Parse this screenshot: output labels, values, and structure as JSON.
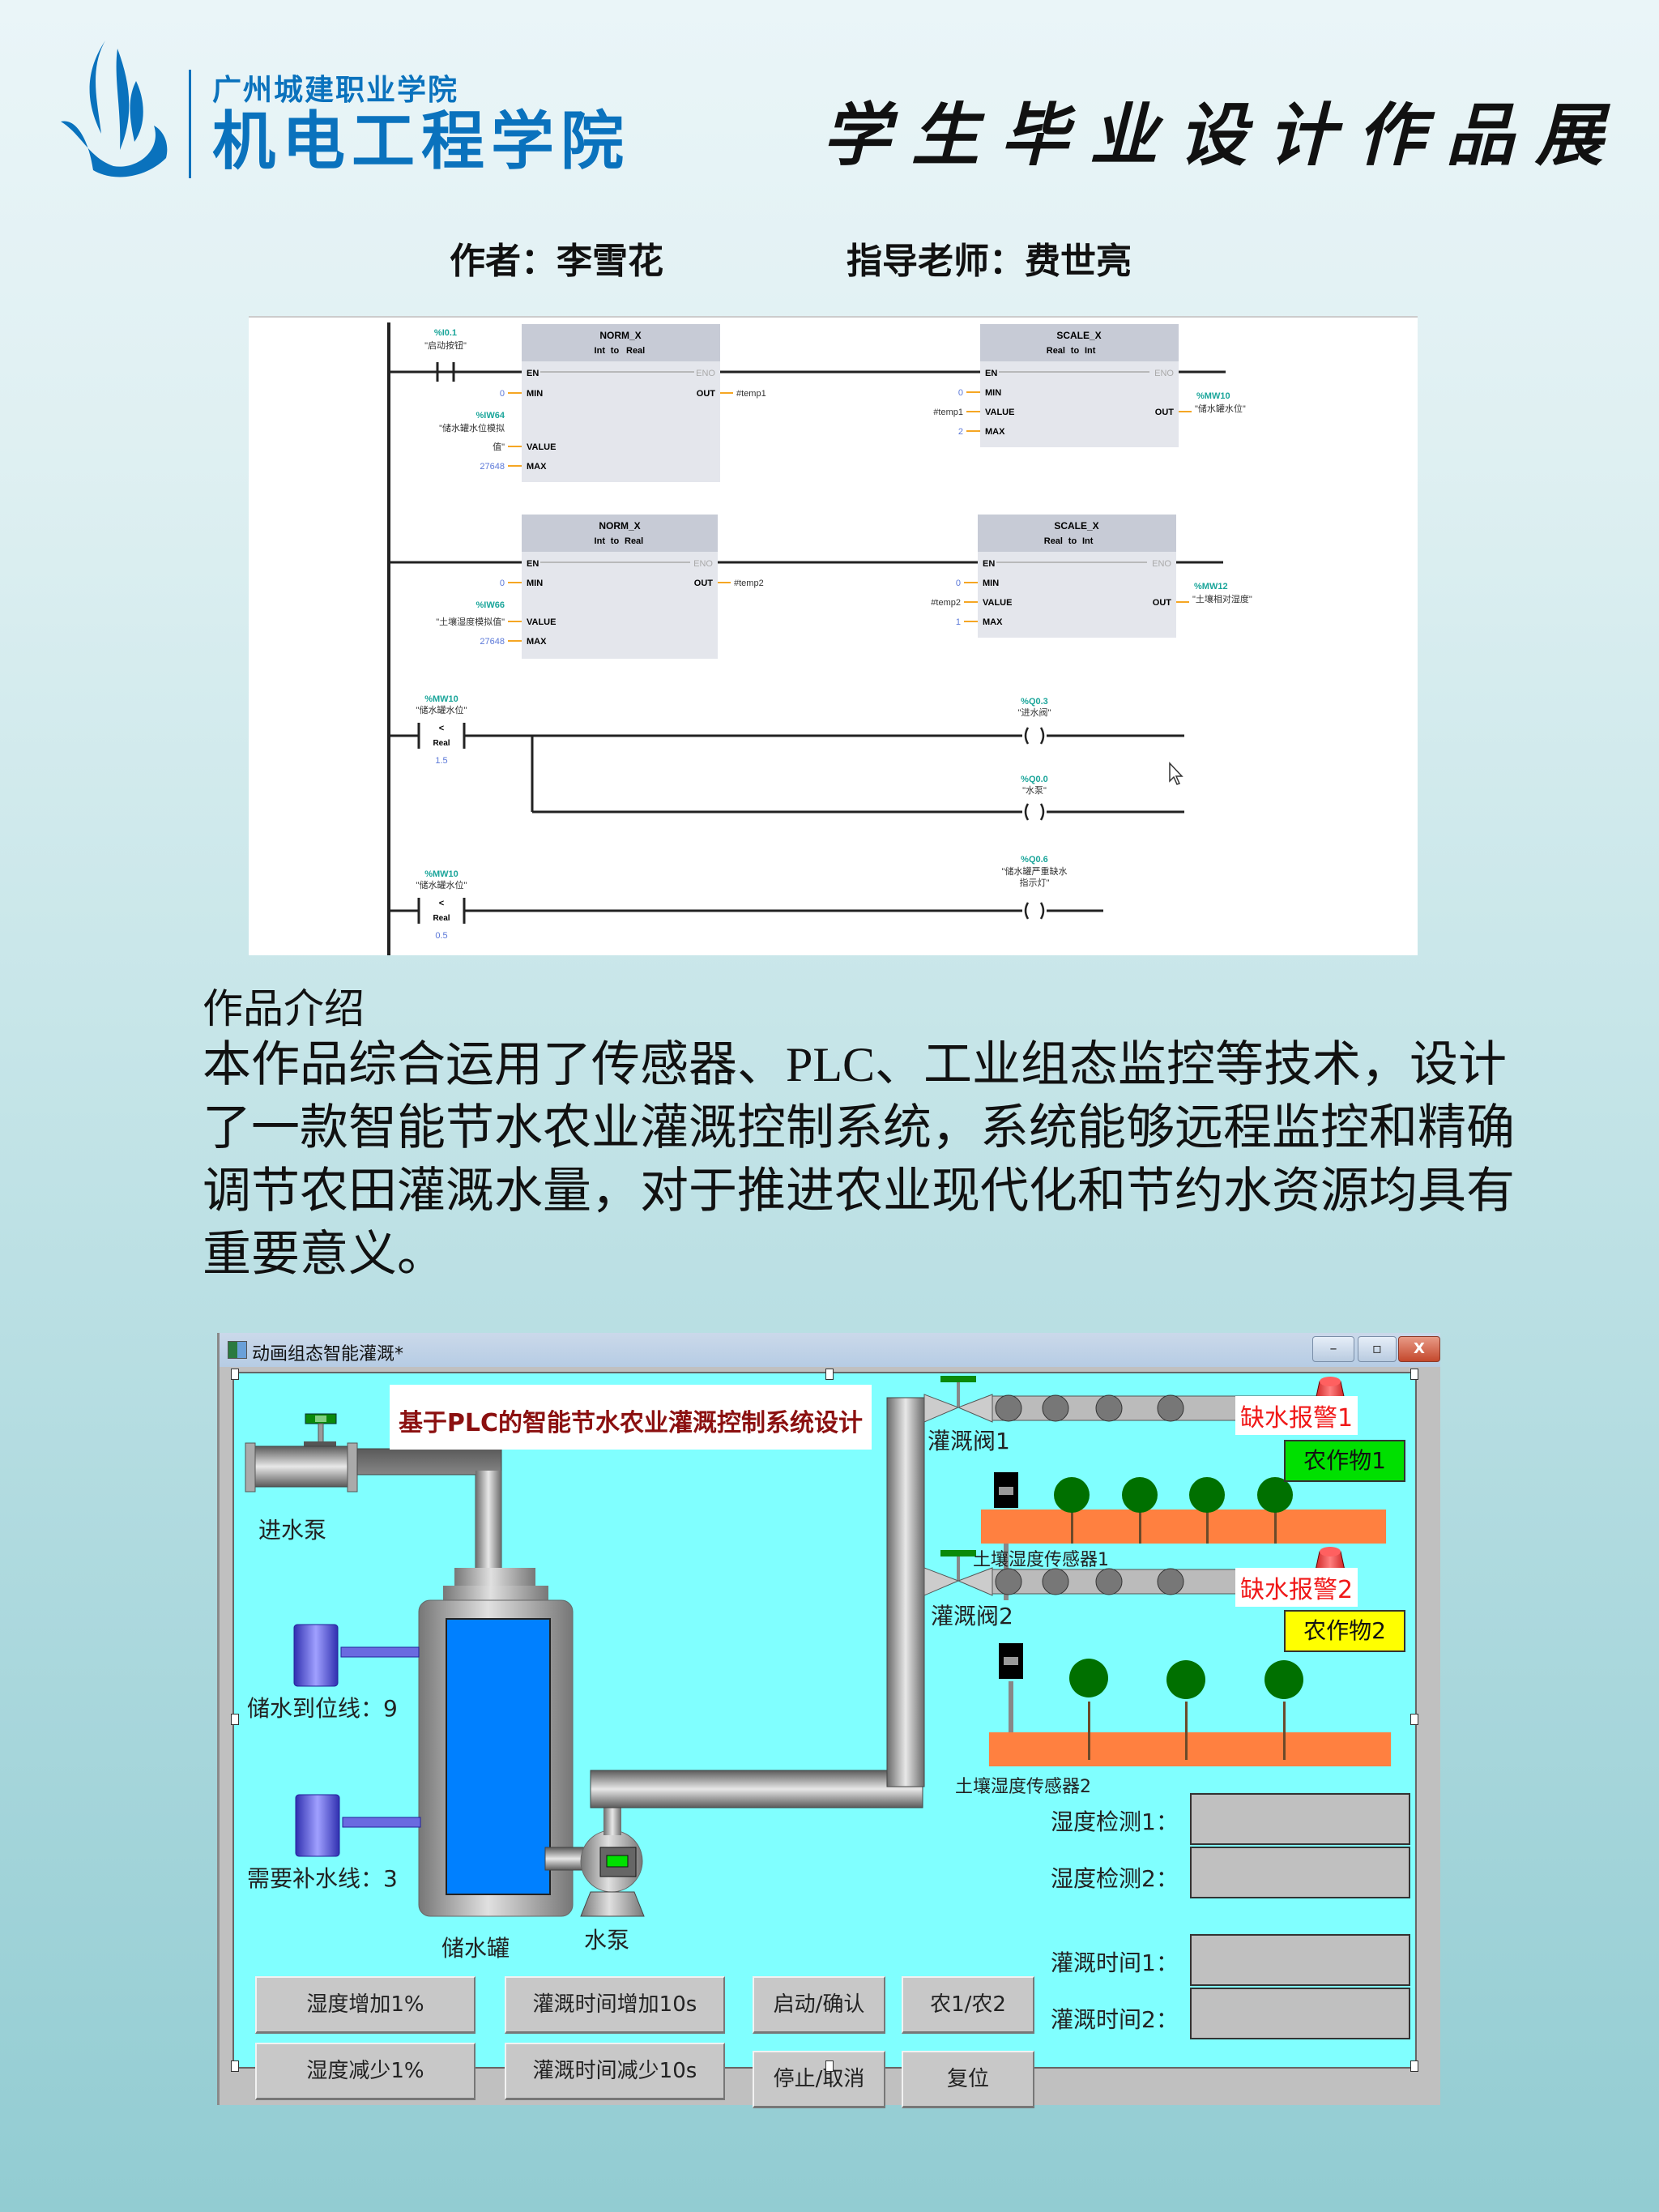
{
  "header": {
    "school_name": "广州城建职业学院",
    "college_name": "机电工程学院",
    "exhibit_title": "学生毕业设计作品展",
    "author": "作者：李雪花",
    "advisor": "指导老师：费世亮",
    "brand_color": "#0a72bd"
  },
  "ladder": {
    "network1": {
      "contact_address": "%I0.1",
      "contact_name": "\"启动按钮\"",
      "norm": {
        "name": "NORM_X",
        "conv_from": "Int",
        "conv_to": "to",
        "conv_target": "Real",
        "en": "EN",
        "eno": "ENO",
        "min_pin": "MIN",
        "value_pin": "VALUE",
        "max_pin": "MAX",
        "out_pin": "OUT",
        "min": "0",
        "value_addr": "%IW64",
        "value_name_1": "\"储水罐水位模拟",
        "value_name_2": "值\"",
        "max": "27648",
        "out": "#temp1"
      },
      "scale": {
        "name": "SCALE_X",
        "conv_from": "Real",
        "conv_to": "to",
        "conv_target": "Int",
        "en": "EN",
        "eno": "ENO",
        "min_pin": "MIN",
        "value_pin": "VALUE",
        "max_pin": "MAX",
        "out_pin": "OUT",
        "min": "0",
        "value": "#temp1",
        "max": "2",
        "out_addr": "%MW10",
        "out_name": "\"储水罐水位\""
      }
    },
    "network2": {
      "norm": {
        "name": "NORM_X",
        "conv_from": "Int",
        "conv_to": "to",
        "conv_target": "Real",
        "en": "EN",
        "eno": "ENO",
        "min_pin": "MIN",
        "value_pin": "VALUE",
        "max_pin": "MAX",
        "out_pin": "OUT",
        "min": "0",
        "value_addr": "%IW66",
        "value_name": "\"土壤湿度模拟值\"",
        "max": "27648",
        "out": "#temp2"
      },
      "scale": {
        "name": "SCALE_X",
        "conv_from": "Real",
        "conv_to": "to",
        "conv_target": "Int",
        "en": "EN",
        "eno": "ENO",
        "min_pin": "MIN",
        "value_pin": "VALUE",
        "max_pin": "MAX",
        "out_pin": "OUT",
        "min": "0",
        "value": "#temp2",
        "max": "1",
        "out_addr": "%MW12",
        "out_name": "\"土壤相对湿度\""
      }
    },
    "network3": {
      "compare_addr": "%MW10",
      "compare_name": "\"储水罐水位\"",
      "compare_op": "<",
      "compare_type": "Real",
      "compare_value": "1.5",
      "coil1_addr": "%Q0.3",
      "coil1_name": "\"进水阀\"",
      "coil2_addr": "%Q0.0",
      "coil2_name": "\"水泵\""
    },
    "network4": {
      "compare_addr": "%MW10",
      "compare_name": "\"储水罐水位\"",
      "compare_op": "<",
      "compare_type": "Real",
      "compare_value": "0.5",
      "coil_addr": "%Q0.6",
      "coil_name_1": "\"储水罐严重缺水",
      "coil_name_2": "指示灯\""
    },
    "colors": {
      "address": "#1aa59a",
      "constant": "#5b78d8",
      "wire_pin": "#f5a623"
    }
  },
  "intro": {
    "heading": "作品介绍",
    "body": "本作品综合运用了传感器、PLC、工业组态监控等技术，设计了一款智能节水农业灌溉控制系统，系统能够远程监控和精确调节农田灌溉水量，对于推进农业现代化和节约水资源均具有重要意义。"
  },
  "scada": {
    "window_title": "动画组态智能灌溉*",
    "window_buttons": {
      "minimize": "–",
      "maximize": "▫",
      "close": "X"
    },
    "system_title": "基于PLC的智能节水农业灌溉控制系统设计",
    "labels": {
      "inlet_pump": "进水泵",
      "full_line": "储水到位线：9",
      "refill_line": "需要补水线：3",
      "tank": "储水罐",
      "pump": "水泵",
      "valve1": "灌溉阀1",
      "valve2": "灌溉阀2",
      "sensor1": "土壤湿度传感器1",
      "sensor2": "土壤湿度传感器2"
    },
    "alarms": [
      {
        "label": "缺水报警1"
      },
      {
        "label": "缺水报警2"
      }
    ],
    "crops": [
      {
        "label": "农作物1",
        "color": "#00e000"
      },
      {
        "label": "农作物2",
        "color": "#ffff00"
      }
    ],
    "readouts": [
      {
        "label": "湿度检测1：",
        "value": ""
      },
      {
        "label": "湿度检测2：",
        "value": ""
      },
      {
        "label": "灌溉时间1：",
        "value": ""
      },
      {
        "label": "灌溉时间2：",
        "value": ""
      }
    ],
    "buttons": {
      "humidity_up": "湿度增加1%",
      "humidity_down": "湿度减少1%",
      "time_up": "灌溉时间增加10s",
      "time_down": "灌溉时间减少10s",
      "start": "启动/确认",
      "stop": "停止/取消",
      "crop_toggle": "农1/农2",
      "reset": "复位"
    },
    "colors": {
      "canvas": "#80ffff",
      "tank_water": "#0080ff",
      "soil": "#ff8040",
      "alarm_text": "#f01818",
      "title_text": "#8b1010"
    }
  }
}
